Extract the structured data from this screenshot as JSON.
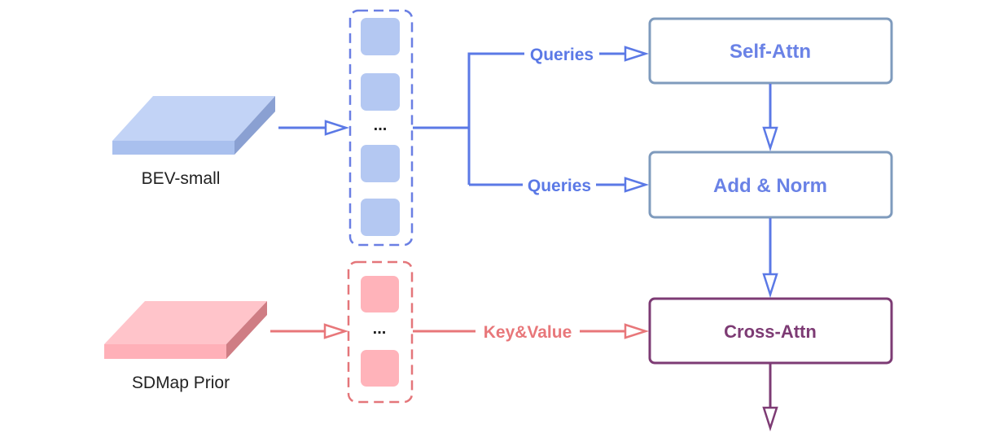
{
  "inputs": {
    "bev_label": "BEV-small",
    "sdmap_label": "SDMap Prior"
  },
  "tokens": {
    "bev_ellipsis": "...",
    "sdmap_ellipsis": "..."
  },
  "edges": {
    "queries_top": "Queries",
    "queries_bottom": "Queries",
    "key_value": "Key&Value"
  },
  "blocks": {
    "self_attn": "Self-Attn",
    "add_norm": "Add & Norm",
    "cross_attn": "Cross-Attn"
  },
  "colors": {
    "blue_accent": "#5b79e6",
    "blue_fill": "#b4c8f2",
    "red_accent": "#e8777a",
    "red_fill": "#ffb3ba",
    "box_border": "#7f9bbd",
    "cross_attn": "#7d3b74"
  }
}
